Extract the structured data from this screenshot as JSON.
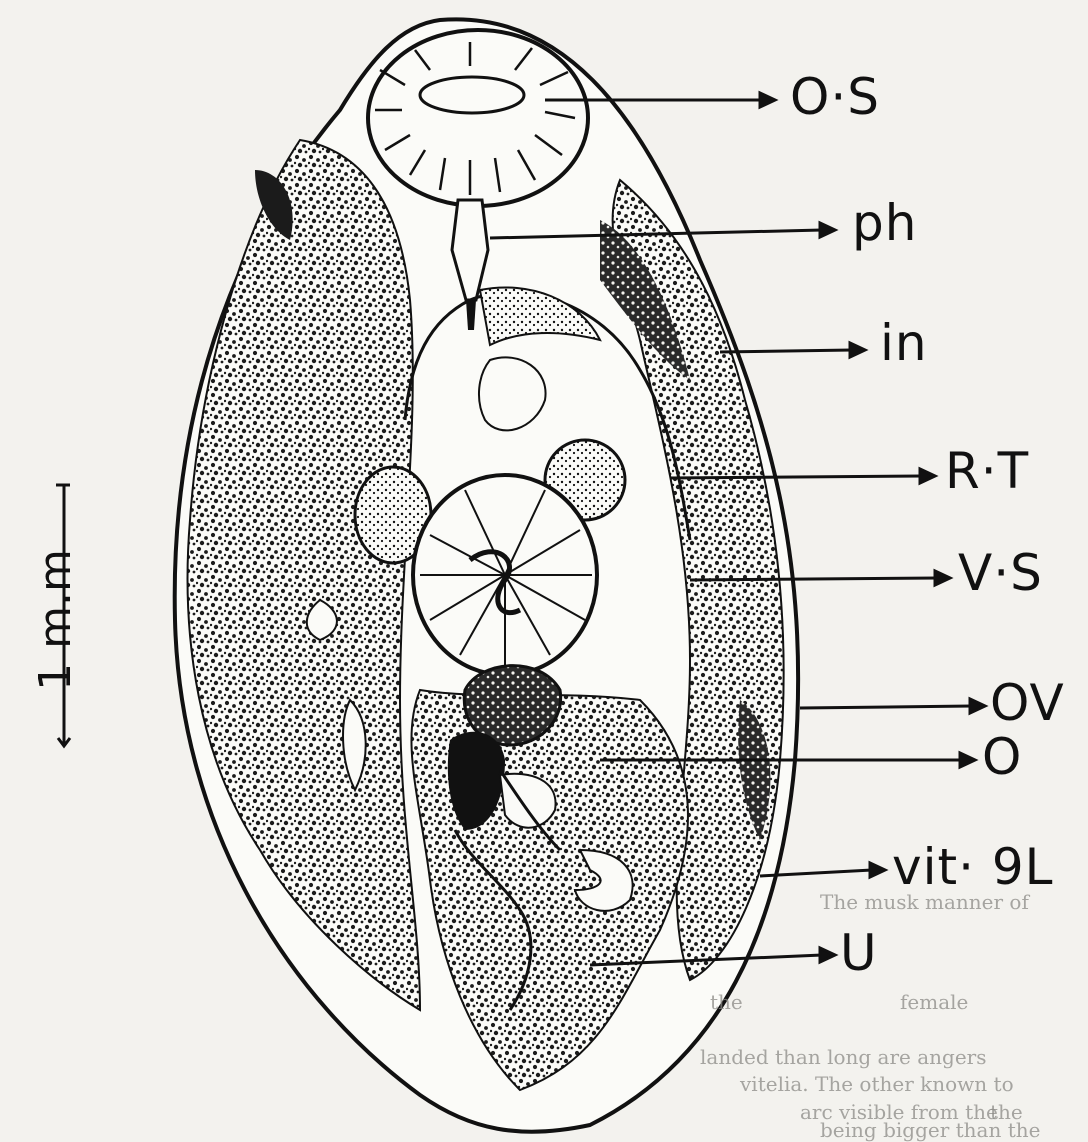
{
  "labels": {
    "os": "O·S",
    "ph": "ph",
    "in": "in",
    "rt": "R·T",
    "vs": "V·S",
    "ov": "OV",
    "o": "O",
    "vit_gl": "vit· 9L",
    "u": "U"
  },
  "scale_bar": {
    "text": "1 m.m"
  },
  "background_text": [
    "The musk manner of",
    "the",
    "female",
    "landed than long are angers",
    "vitelia. The other known to",
    "arc visible from the",
    "the",
    "being bigger than the"
  ],
  "colors": {
    "ink": "#111111",
    "paper": "#f3f2ee"
  }
}
